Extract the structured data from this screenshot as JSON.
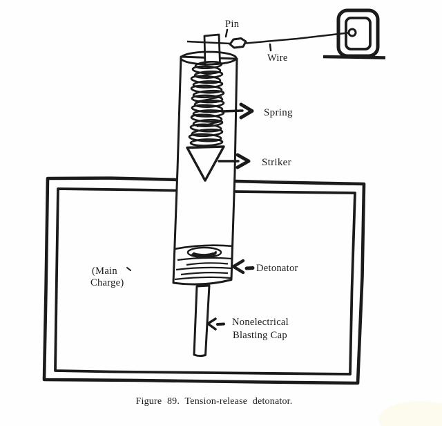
{
  "figure": {
    "caption": "Figure 89. Tension-release detonator.",
    "labels": {
      "pin": "Pin",
      "wire": "Wire",
      "spring": "Spring",
      "striker": "Striker",
      "detonator": "Detonator",
      "blasting_cap_line1": "Nonelectrical",
      "blasting_cap_line2": "Blasting Cap",
      "main_charge_line1": "(Main",
      "main_charge_line2": "Charge)"
    },
    "colors": {
      "ink": "#1b1b1b",
      "paper": "#fefefe",
      "corner_smudge": "#fbf8e2"
    }
  }
}
